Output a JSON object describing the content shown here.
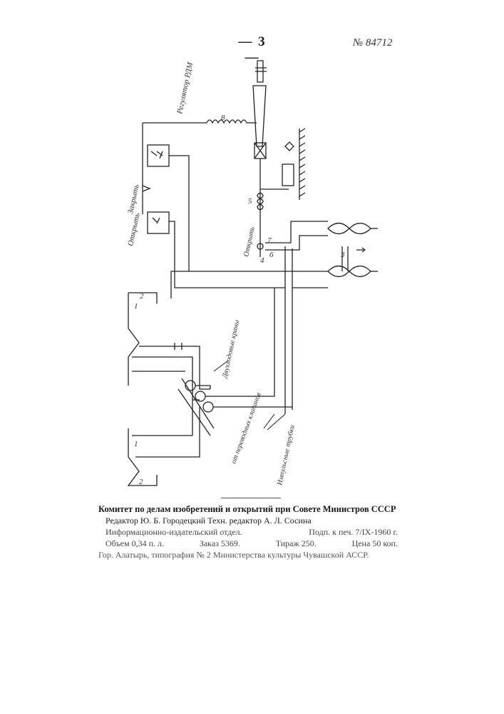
{
  "header": {
    "page_number": "— 3 —",
    "patent_number": "№ 84712"
  },
  "diagram": {
    "label_regulator": "Регулятор РДМ",
    "label_close": "Закрыть",
    "label_open": "Открыть",
    "label_open_left": "Открыть",
    "label_twoway_valves": "Двухходовые краны",
    "label_impulse_tubes": "Импульсные трубки",
    "label_from_valves": "от переводных клапанов",
    "num_8": "8",
    "num_5": "5",
    "num_7": "7",
    "num_6": "6",
    "num_4": "4",
    "num_3": "3",
    "num_1a": "1",
    "num_2a": "2",
    "num_1b": "1",
    "num_2b": "2"
  },
  "footer": {
    "committee": "Комитет по делам изобретений и открытий при Совете Министров СССР",
    "editors": "Редактор Ю. Б. Городецкий   Техн. редактор А. Л. Сосина",
    "dept": "Информационно-издательский отдел.",
    "signed": "Подп. к печ. 7/IX-1960 г.",
    "volume": "Объем 0,34 п. л.",
    "order": "Заказ 5369.",
    "print_run": "Тираж 250.",
    "price": "Цена 50 коп.",
    "printer": "Гор. Алатырь, типография № 2 Министерства культуры Чувашской АССР."
  }
}
